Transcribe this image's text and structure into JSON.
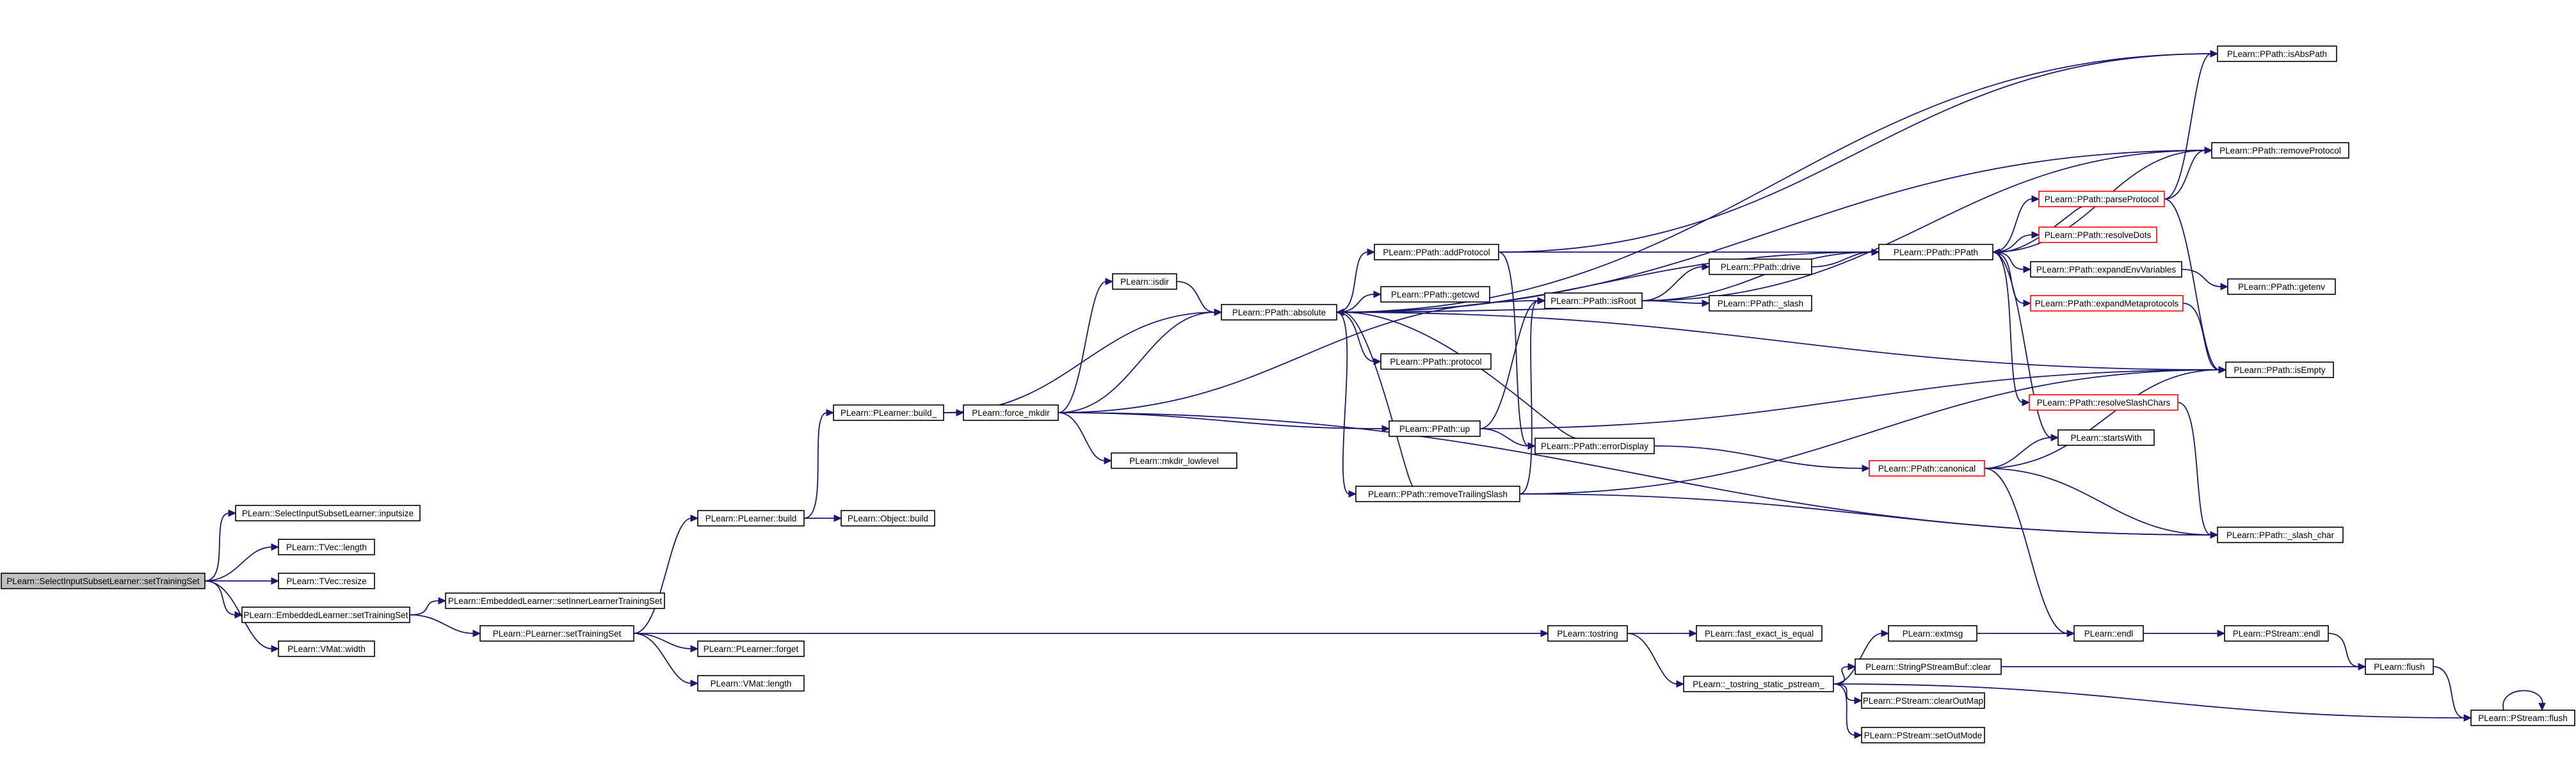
{
  "graph": {
    "title": "",
    "colors": {
      "edge": "#191970",
      "node_border": "#000000",
      "incomplete_border": "#ff0000",
      "root_fill": "#bfbfbf",
      "background": "#ffffff"
    },
    "nodes": [
      {
        "id": "root",
        "label": "PLearn::SelectInputSubsetLearner::setTrainingSet",
        "root": true
      },
      {
        "id": "inputsize",
        "label": "PLearn::SelectInputSubsetLearner::inputsize"
      },
      {
        "id": "tveclength",
        "label": "PLearn::TVec::length"
      },
      {
        "id": "tvecresize",
        "label": "PLearn::TVec::resize"
      },
      {
        "id": "emb",
        "label": "PLearn::EmbeddedLearner::setTrainingSet"
      },
      {
        "id": "vmatwidth",
        "label": "PLearn::VMat::width"
      },
      {
        "id": "embinner",
        "label": "PLearn::EmbeddedLearner::setInnerLearnerTrainingSet"
      },
      {
        "id": "plsetts",
        "label": "PLearn::PLearner::setTrainingSet"
      },
      {
        "id": "plbuild",
        "label": "PLearn::PLearner::build"
      },
      {
        "id": "plforget",
        "label": "PLearn::PLearner::forget"
      },
      {
        "id": "vmatlength",
        "label": "PLearn::VMat::length"
      },
      {
        "id": "plbuild_",
        "label": "PLearn::PLearner::build_"
      },
      {
        "id": "objbuild",
        "label": "PLearn::Object::build"
      },
      {
        "id": "forcemkdir",
        "label": "PLearn::force_mkdir"
      },
      {
        "id": "isdir",
        "label": "PLearn::isdir"
      },
      {
        "id": "mkdirlow",
        "label": "PLearn::mkdir_lowlevel"
      },
      {
        "id": "absolute",
        "label": "PLearn::PPath::absolute"
      },
      {
        "id": "addproto",
        "label": "PLearn::PPath::addProtocol"
      },
      {
        "id": "getcwd",
        "label": "PLearn::PPath::getcwd"
      },
      {
        "id": "protocol",
        "label": "PLearn::PPath::protocol"
      },
      {
        "id": "up",
        "label": "PLearn::PPath::up"
      },
      {
        "id": "removetrail",
        "label": "PLearn::PPath::removeTrailingSlash"
      },
      {
        "id": "isroot",
        "label": "PLearn::PPath::isRoot"
      },
      {
        "id": "errdisp",
        "label": "PLearn::PPath::errorDisplay"
      },
      {
        "id": "drive",
        "label": "PLearn::PPath::drive"
      },
      {
        "id": "slash",
        "label": "PLearn::PPath::_slash"
      },
      {
        "id": "ppath",
        "label": "PLearn::PPath::PPath"
      },
      {
        "id": "parseproto",
        "label": "PLearn::PPath::parseProtocol",
        "red": true
      },
      {
        "id": "resolvedots",
        "label": "PLearn::PPath::resolveDots",
        "red": true
      },
      {
        "id": "expandenv",
        "label": "PLearn::PPath::expandEnvVariables"
      },
      {
        "id": "expandmeta",
        "label": "PLearn::PPath::expandMetaprotocols",
        "red": true
      },
      {
        "id": "resolveslash",
        "label": "PLearn::PPath::resolveSlashChars",
        "red": true
      },
      {
        "id": "canonical",
        "label": "PLearn::PPath::canonical",
        "red": true
      },
      {
        "id": "startswith",
        "label": "PLearn::startsWith"
      },
      {
        "id": "isabs",
        "label": "PLearn::PPath::isAbsPath"
      },
      {
        "id": "removeproto",
        "label": "PLearn::PPath::removeProtocol"
      },
      {
        "id": "getenv",
        "label": "PLearn::PPath::getenv"
      },
      {
        "id": "isempty",
        "label": "PLearn::PPath::isEmpty"
      },
      {
        "id": "slashchar",
        "label": "PLearn::PPath::_slash_char"
      },
      {
        "id": "tostring",
        "label": "PLearn::tostring"
      },
      {
        "id": "fastexact",
        "label": "PLearn::fast_exact_is_equal"
      },
      {
        "id": "tostrstatic",
        "label": "PLearn::_tostring_static_pstream_"
      },
      {
        "id": "extmsg",
        "label": "PLearn::extmsg"
      },
      {
        "id": "spsbclear",
        "label": "PLearn::StringPStreamBuf::clear"
      },
      {
        "id": "clearoutmap",
        "label": "PLearn::PStream::clearOutMap"
      },
      {
        "id": "setoutmode",
        "label": "PLearn::PStream::setOutMode"
      },
      {
        "id": "endl",
        "label": "PLearn::endl"
      },
      {
        "id": "pstreamendl",
        "label": "PLearn::PStream::endl"
      },
      {
        "id": "flush",
        "label": "PLearn::flush"
      },
      {
        "id": "pstreamflush",
        "label": "PLearn::PStream::flush"
      }
    ],
    "edges": [
      [
        "root",
        "inputsize"
      ],
      [
        "root",
        "tveclength"
      ],
      [
        "root",
        "tvecresize"
      ],
      [
        "root",
        "emb"
      ],
      [
        "root",
        "vmatwidth"
      ],
      [
        "emb",
        "embinner"
      ],
      [
        "emb",
        "plsetts"
      ],
      [
        "plsetts",
        "plbuild"
      ],
      [
        "plsetts",
        "plforget"
      ],
      [
        "plsetts",
        "vmatlength"
      ],
      [
        "plsetts",
        "tostring"
      ],
      [
        "plbuild",
        "plbuild_"
      ],
      [
        "plbuild",
        "objbuild"
      ],
      [
        "plbuild_",
        "absolute"
      ],
      [
        "plbuild_",
        "forcemkdir"
      ],
      [
        "forcemkdir",
        "isdir"
      ],
      [
        "forcemkdir",
        "absolute"
      ],
      [
        "forcemkdir",
        "mkdirlow"
      ],
      [
        "forcemkdir",
        "up"
      ],
      [
        "forcemkdir",
        "isroot"
      ],
      [
        "forcemkdir",
        "slashchar"
      ],
      [
        "isdir",
        "absolute"
      ],
      [
        "absolute",
        "addproto"
      ],
      [
        "absolute",
        "getcwd"
      ],
      [
        "absolute",
        "protocol"
      ],
      [
        "absolute",
        "isabs"
      ],
      [
        "absolute",
        "removeproto"
      ],
      [
        "absolute",
        "ppath"
      ],
      [
        "absolute",
        "isempty"
      ],
      [
        "absolute",
        "removetrail"
      ],
      [
        "addproto",
        "isabs"
      ],
      [
        "addproto",
        "ppath"
      ],
      [
        "addproto",
        "errdisp"
      ],
      [
        "up",
        "isroot"
      ],
      [
        "up",
        "isempty"
      ],
      [
        "up",
        "errdisp"
      ],
      [
        "removetrail",
        "absolute"
      ],
      [
        "removetrail",
        "isroot"
      ],
      [
        "removetrail",
        "isempty"
      ],
      [
        "removetrail",
        "slashchar"
      ],
      [
        "isroot",
        "drive"
      ],
      [
        "isroot",
        "slash"
      ],
      [
        "isroot",
        "ppath"
      ],
      [
        "isroot",
        "removeproto"
      ],
      [
        "isroot",
        "absolute"
      ],
      [
        "drive",
        "ppath"
      ],
      [
        "errdisp",
        "absolute"
      ],
      [
        "errdisp",
        "canonical"
      ],
      [
        "ppath",
        "parseproto"
      ],
      [
        "ppath",
        "resolvedots"
      ],
      [
        "ppath",
        "expandenv"
      ],
      [
        "ppath",
        "expandmeta"
      ],
      [
        "ppath",
        "resolveslash"
      ],
      [
        "ppath",
        "startswith"
      ],
      [
        "ppath",
        "removeproto"
      ],
      [
        "parseproto",
        "isabs"
      ],
      [
        "parseproto",
        "removeproto"
      ],
      [
        "parseproto",
        "isempty"
      ],
      [
        "parseproto",
        "ppath"
      ],
      [
        "expandenv",
        "getenv"
      ],
      [
        "expandmeta",
        "isempty"
      ],
      [
        "resolveslash",
        "slashchar"
      ],
      [
        "canonical",
        "startswith"
      ],
      [
        "canonical",
        "isempty"
      ],
      [
        "canonical",
        "slashchar"
      ],
      [
        "canonical",
        "endl"
      ],
      [
        "tostring",
        "fastexact"
      ],
      [
        "tostring",
        "tostrstatic"
      ],
      [
        "tostrstatic",
        "extmsg"
      ],
      [
        "tostrstatic",
        "spsbclear"
      ],
      [
        "tostrstatic",
        "clearoutmap"
      ],
      [
        "tostrstatic",
        "setoutmode"
      ],
      [
        "tostrstatic",
        "pstreamflush"
      ],
      [
        "extmsg",
        "endl"
      ],
      [
        "spsbclear",
        "flush"
      ],
      [
        "endl",
        "pstreamendl"
      ],
      [
        "pstreamendl",
        "flush"
      ],
      [
        "flush",
        "pstreamflush"
      ],
      [
        "pstreamflush",
        "pstreamflush"
      ]
    ]
  }
}
